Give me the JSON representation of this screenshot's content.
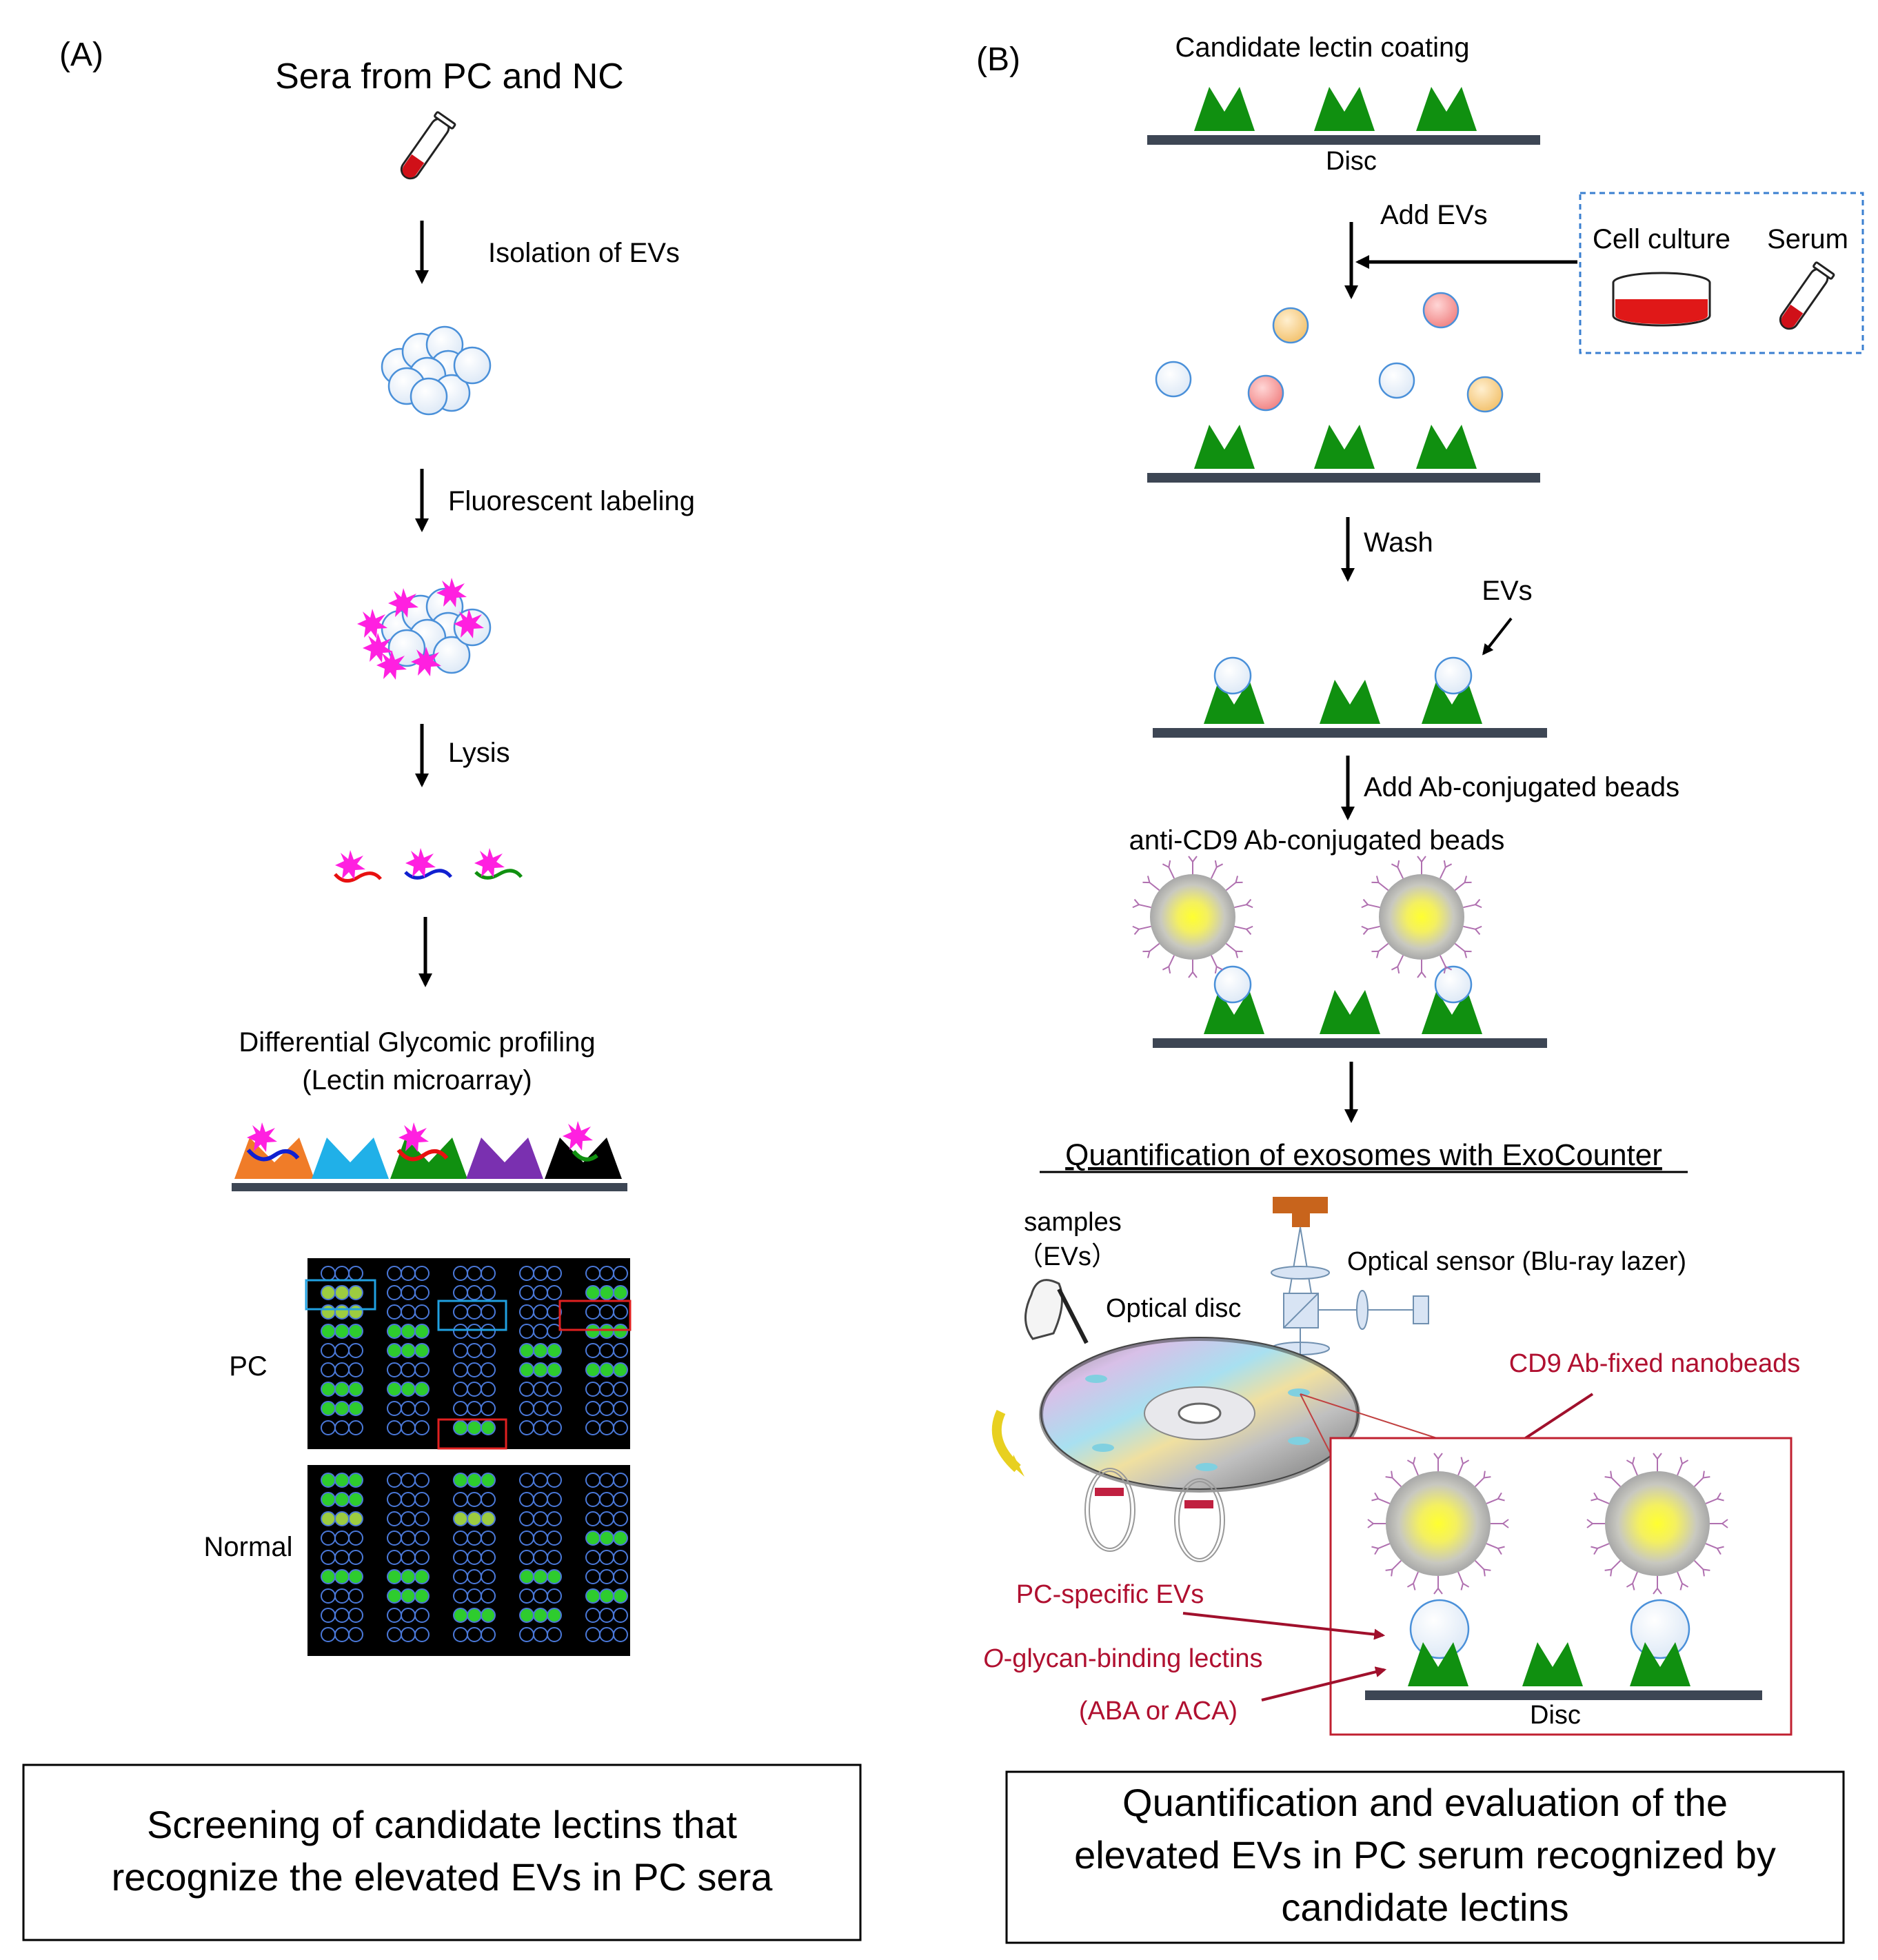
{
  "panel_a": {
    "label": "(A)",
    "title": "Sera from PC and NC",
    "steps": [
      "Isolation of EVs",
      "Fluorescent labeling",
      "Lysis"
    ],
    "profiling_title_line1": "Differential Glycomic profiling",
    "profiling_title_line2": "(Lectin microarray)",
    "array_labels": [
      "PC",
      "Normal"
    ],
    "summary_line1": "Screening of candidate lectins that",
    "summary_line2": "recognize the elevated EVs in PC sera"
  },
  "panel_b": {
    "label": "(B)",
    "coating_title": "Candidate lectin coating",
    "disc_label": "Disc",
    "add_evs": "Add EVs",
    "source_cell_culture": "Cell culture",
    "source_serum": "Serum",
    "wash": "Wash",
    "evs_label": "EVs",
    "add_beads": "Add Ab-conjugated beads",
    "beads_label": "anti-CD9 Ab-conjugated beads",
    "quant_title": "Quantification of exosomes with ExoCounter",
    "samples_line1": "samples",
    "samples_line2": "（EVs）",
    "optical_sensor": "Optical sensor (Blu-ray lazer)",
    "optical_disc": "Optical disc",
    "nanobeads_label": "CD9 Ab-fixed nanobeads",
    "pc_specific": "PC-specific EVs",
    "o_prefix": "O",
    "o_glycan_rest": "-glycan-binding lectins",
    "lectins_paren": "(ABA or ACA)",
    "inset_disc_label": "Disc",
    "summary_line1": "Quantification and evaluation of the",
    "summary_line2": "elevated EVs in PC serum recognized by",
    "summary_line3": "candidate lectins"
  },
  "colors": {
    "lectin_green": "#109010",
    "disc_bar": "#3d4654",
    "annotation_red": "#b01030",
    "fluor_magenta": "#ff20e0",
    "spot_green": "#2ecc2e",
    "source_box_blue": "#3a7fd0"
  }
}
